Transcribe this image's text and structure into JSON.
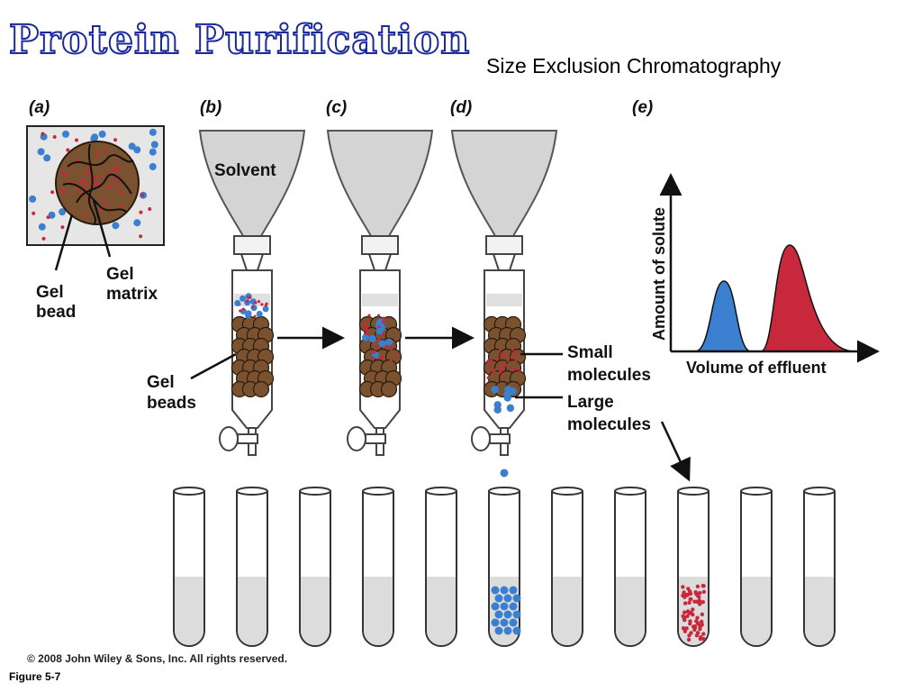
{
  "title": "Protein Purification",
  "subtitle": "Size Exclusion Chromatography",
  "panels": {
    "a": "(a)",
    "b": "(b)",
    "c": "(c)",
    "d": "(d)",
    "e": "(e)"
  },
  "labels": {
    "solvent": "Solvent",
    "gel_bead_line1": "Gel",
    "gel_bead_line2": "bead",
    "gel_matrix_line1": "Gel",
    "gel_matrix_line2": "matrix",
    "gel_beads_line1": "Gel",
    "gel_beads_line2": "beads",
    "small_molecules_line1": "Small",
    "small_molecules_line2": "molecules",
    "large_molecules_line1": "Large",
    "large_molecules_line2": "molecules"
  },
  "graph": {
    "ylabel": "Amount of solute",
    "xlabel": "Volume of effluent",
    "peak_colors": {
      "large": "#3a7fd0",
      "small": "#c8283c"
    }
  },
  "colors": {
    "bead": "#7a5230",
    "large_molecule": "#3a7fd0",
    "small_molecule": "#c8283c",
    "title_outline": "#1a2a9c"
  },
  "copyright": "© 2008 John Wiley & Sons, Inc. All rights reserved.",
  "figure_label": "Figure 5-7"
}
